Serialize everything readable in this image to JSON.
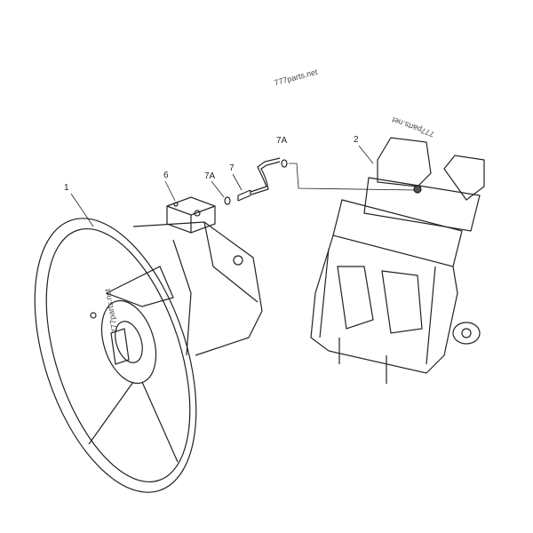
{
  "diagram": {
    "callouts": {
      "c1": "1",
      "c2": "2",
      "c6": "6",
      "c7": "7",
      "c7a_left": "7A",
      "c7a_right": "7A"
    },
    "watermarks": {
      "top": "777parts.net",
      "valve": "777parts.net",
      "pump": "777parts.net"
    }
  }
}
